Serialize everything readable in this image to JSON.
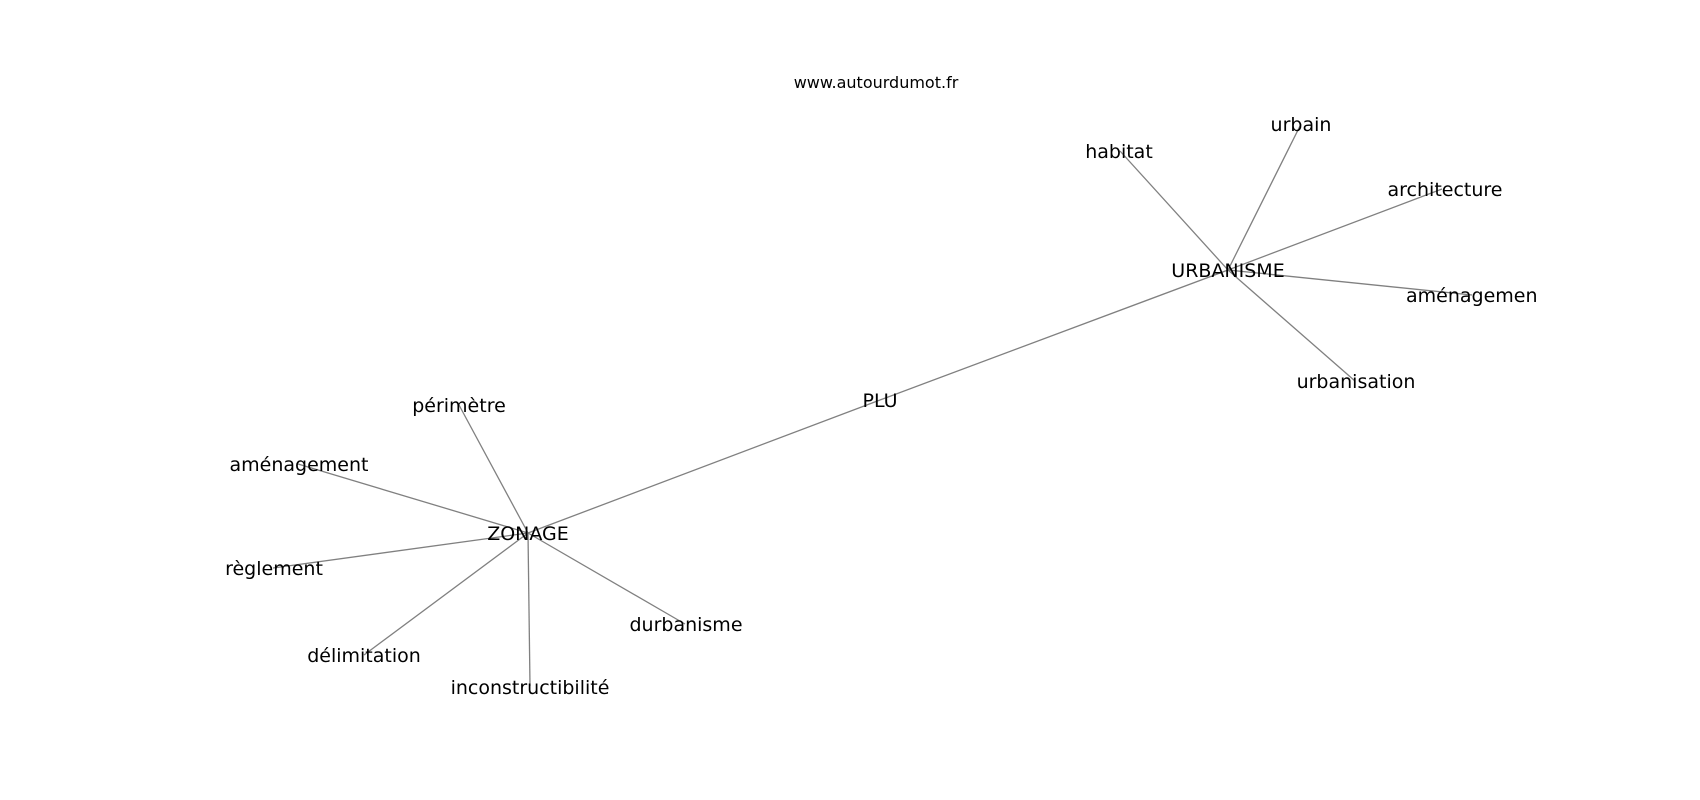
{
  "source": "www.autourdumot.fr",
  "graph": {
    "center": "PLU",
    "hubs": [
      {
        "label": "URBANISME",
        "neighbors": [
          "habitat",
          "urbain",
          "architecture",
          "aménagement",
          "urbanisation"
        ]
      },
      {
        "label": "ZONAGE",
        "neighbors": [
          "périmètre",
          "aménagement",
          "règlement",
          "délimitation",
          "inconstructibilité",
          "durbanisme"
        ]
      }
    ]
  },
  "colors": {
    "edge": "#808080",
    "text": "#000000",
    "background": "#ffffff"
  }
}
